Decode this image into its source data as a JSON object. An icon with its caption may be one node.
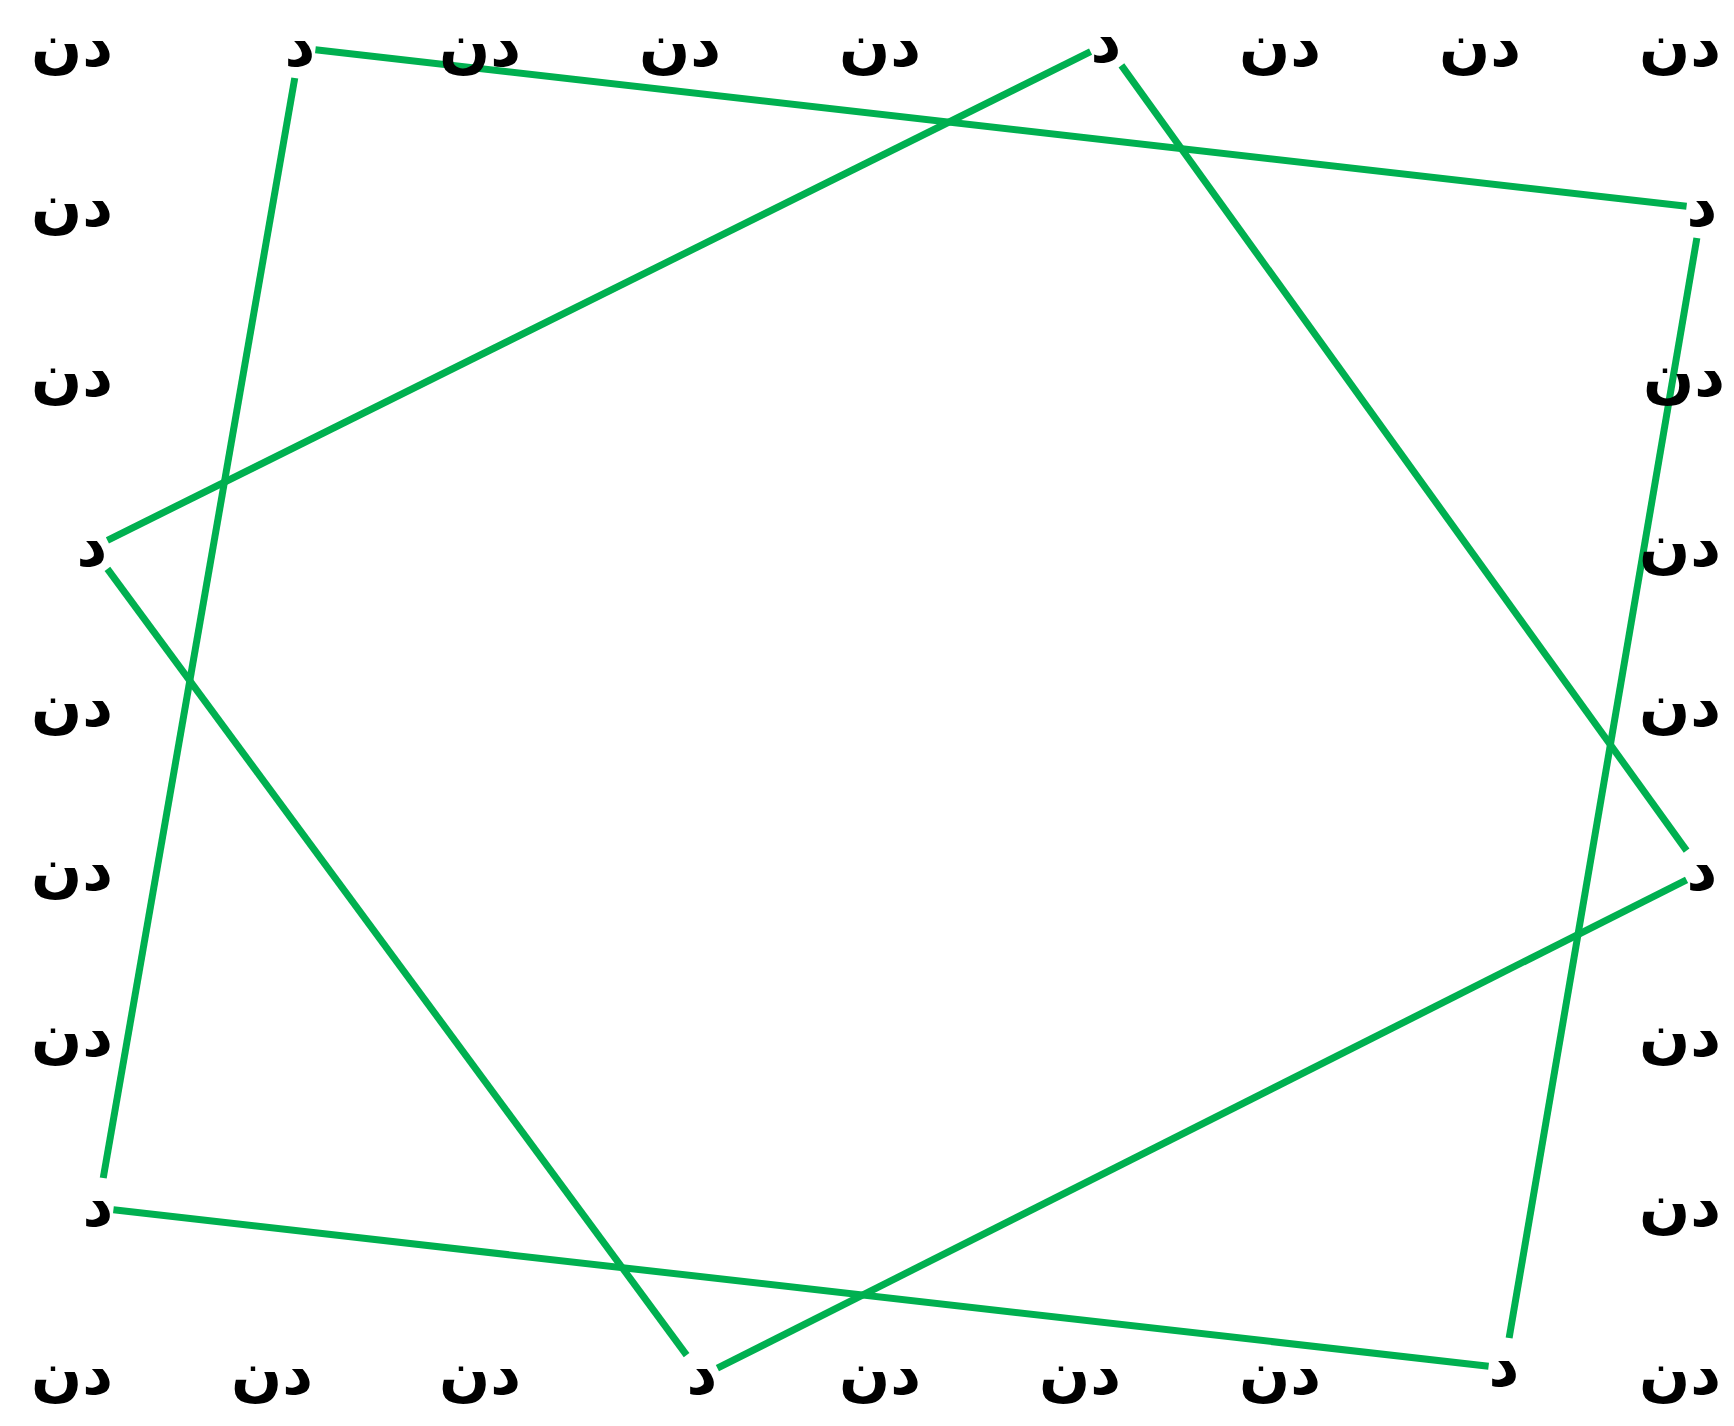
{
  "diagram": {
    "nodes": [
      {
        "text": [
          "د"
        ]
      },
      {
        "text": [
          "د"
        ]
      },
      {
        "text": [
          "د"
        ]
      },
      {
        "text": [
          "د"
        ]
      },
      {
        "text": [
          "د"
        ]
      },
      {
        "text": [
          "د"
        ]
      },
      {
        "text": [
          "د"
        ]
      },
      {
        "text": [
          "د"
        ]
      }
    ],
    "edges": [
      {
        "from": 0,
        "to": 2,
        "arrow": "none"
      },
      {
        "from": 2,
        "to": 7,
        "arrow": "none"
      },
      {
        "from": 7,
        "to": 5,
        "arrow": "none"
      },
      {
        "from": 5,
        "to": 0,
        "arrow": "none"
      },
      {
        "from": 1,
        "to": 4,
        "arrow": "none"
      },
      {
        "from": 4,
        "to": 6,
        "arrow": "none"
      },
      {
        "from": 6,
        "to": 3,
        "arrow": "none"
      },
      {
        "from": 3,
        "to": 1,
        "arrow": "none"
      }
    ],
    "labels": [
      "دن",
      "دن",
      "دن",
      "دن",
      "دن",
      "دن",
      "دن",
      "دن",
      "دن",
      "دن",
      "دن",
      "دن",
      "دن",
      "دن",
      "دن",
      "دن",
      "دن",
      "دن",
      "دن",
      "دن",
      "دن",
      "دن",
      "دن",
      "دن"
    ]
  }
}
